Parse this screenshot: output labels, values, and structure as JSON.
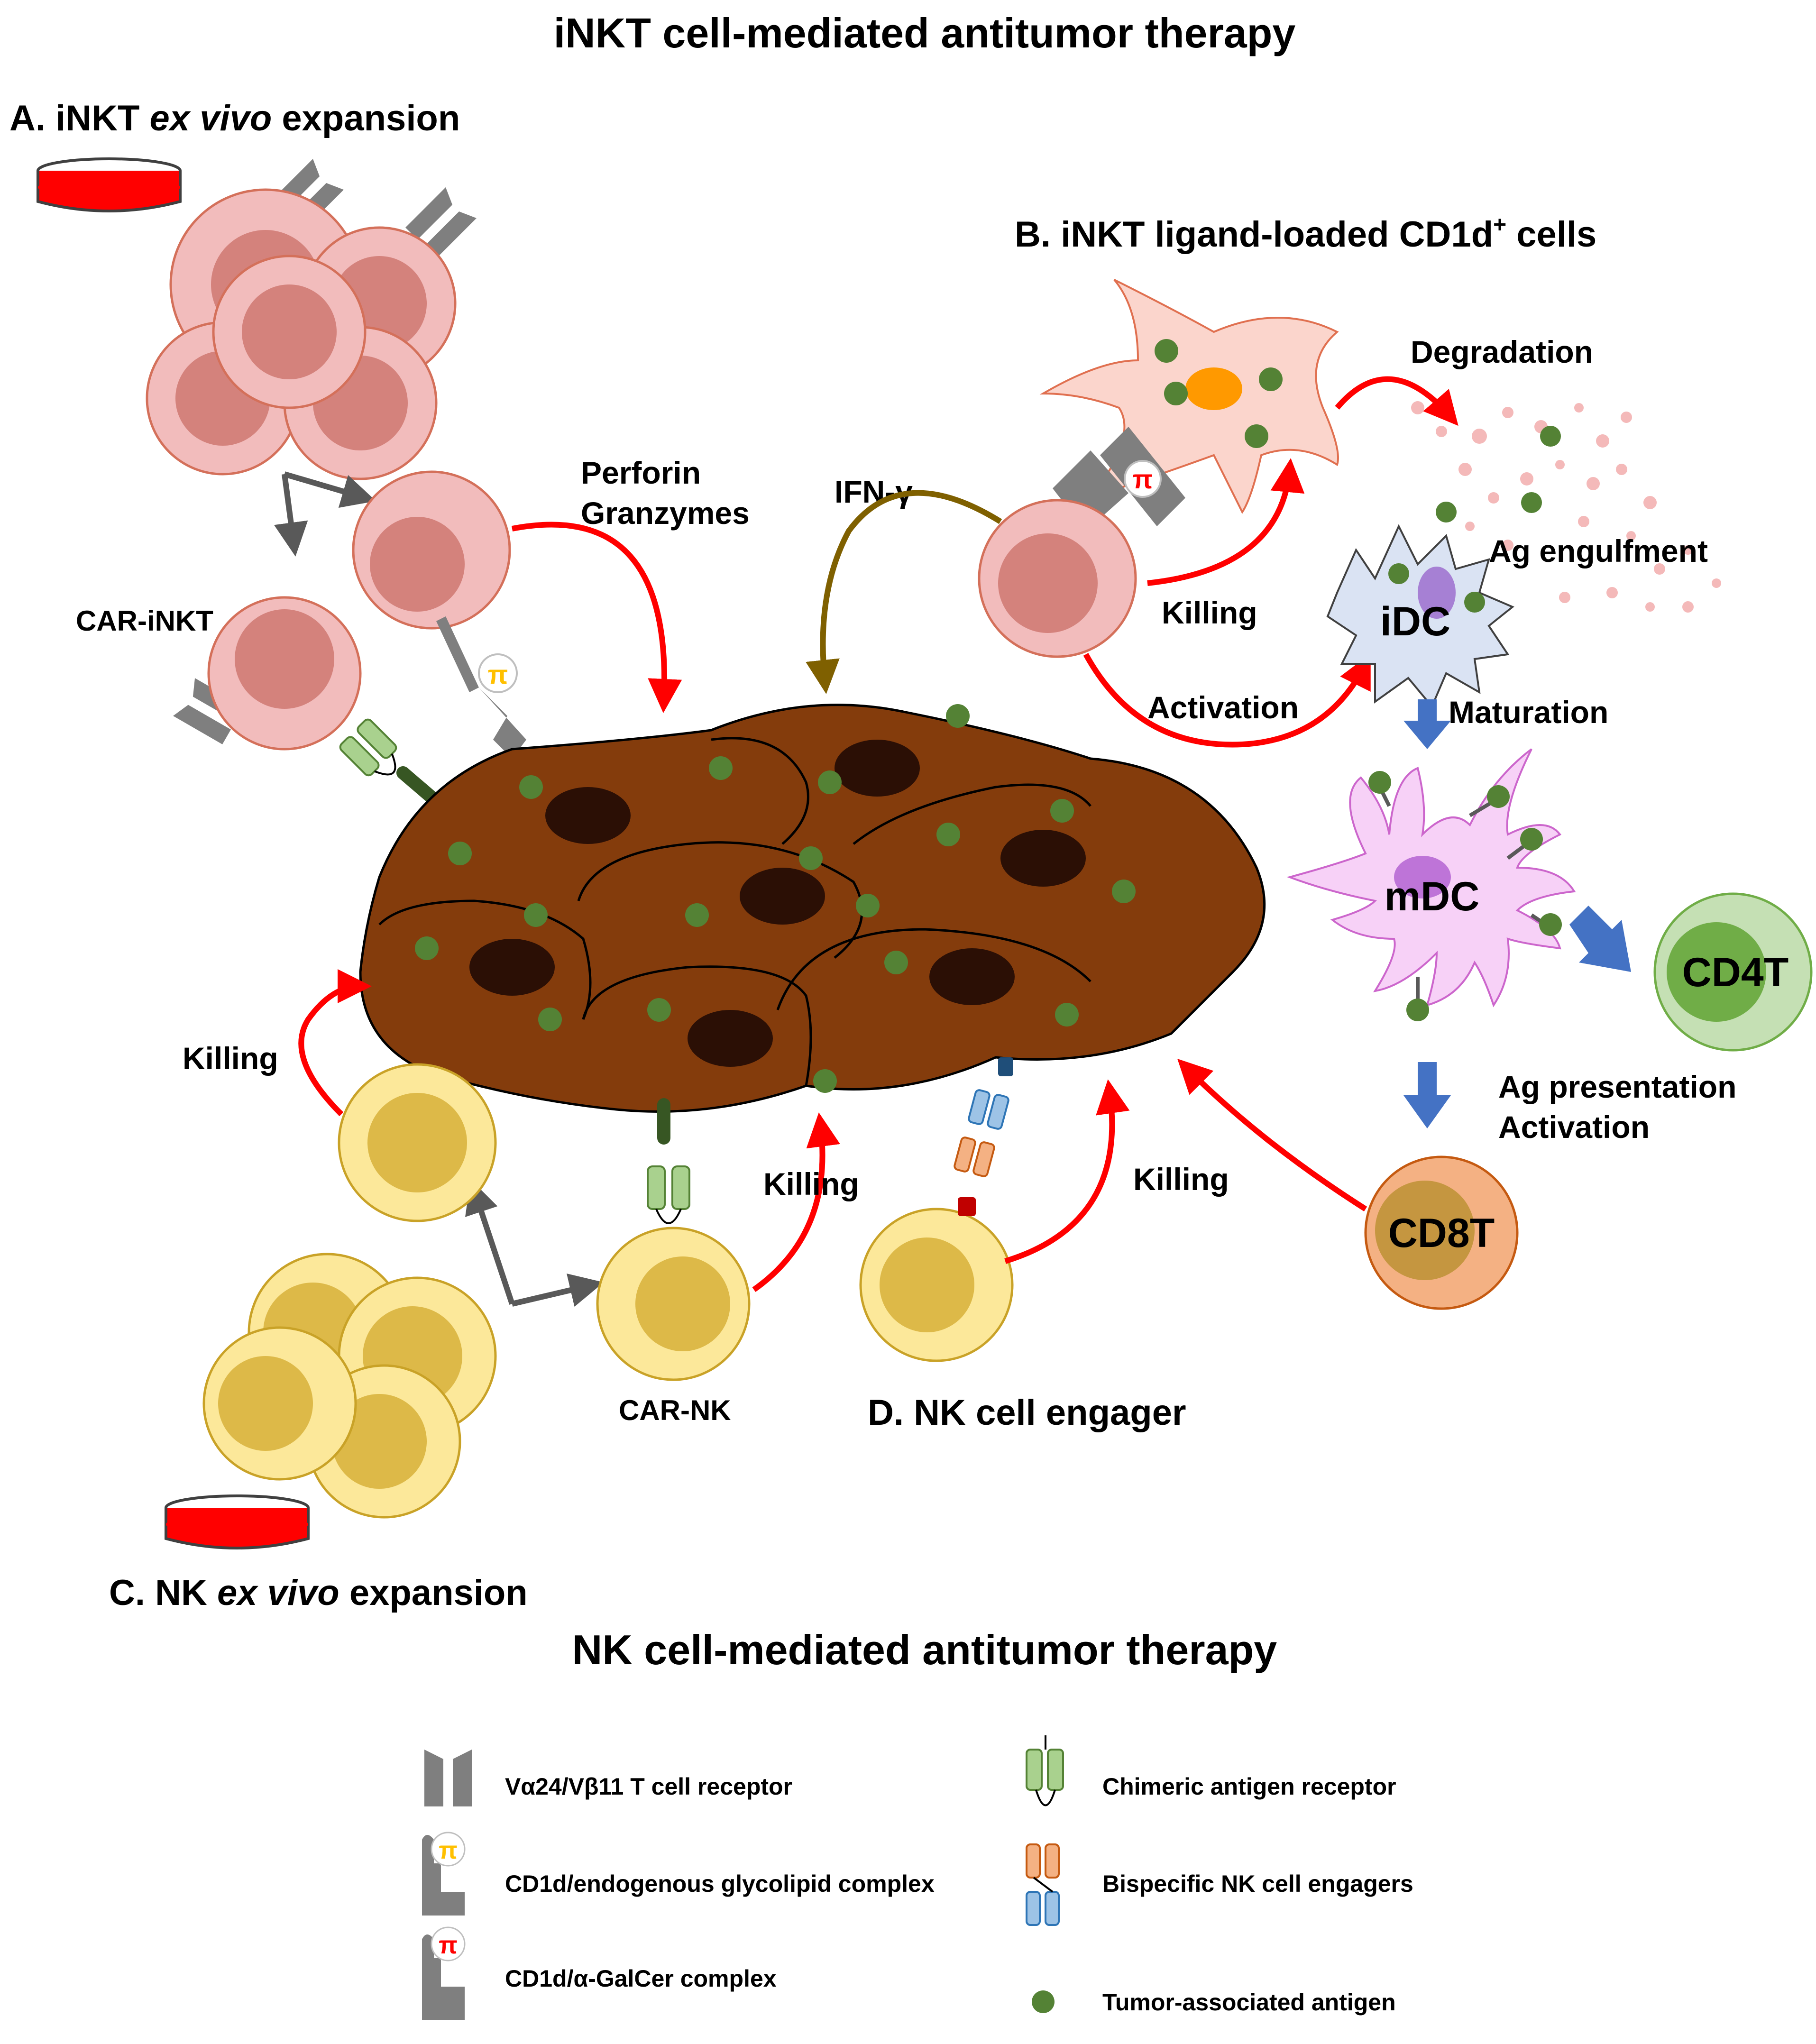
{
  "title_top": "iNKT cell-mediated antitumor therapy",
  "title_bottom": "NK cell-mediated antitumor therapy",
  "panels": {
    "a_prefix": "A. iNKT ",
    "a_italic": "ex vivo",
    "a_suffix": " expansion",
    "b_main": "B. iNKT ligand-loaded CD1d",
    "b_sup": "+",
    "b_tail": " cells",
    "c_prefix": "C. NK ",
    "c_italic": "ex vivo",
    "c_suffix": " expansion",
    "d": "D. NK cell engager"
  },
  "labels": {
    "car_inkt": "CAR-iNKT",
    "car_nk": "CAR-NK",
    "perforin": "Perforin",
    "granzymes": "Granzymes",
    "ifn": "IFN-γ",
    "killing": "Killing",
    "activation": "Activation",
    "degradation": "Degradation",
    "ag_engulfment": "Ag engulfment",
    "idc": "iDC",
    "maturation": "Maturation",
    "mdc": "mDC",
    "cd4t": "CD4T",
    "cd8t": "CD8T",
    "ag_presentation": "Ag presentation",
    "activation2": "Activation"
  },
  "legend": {
    "tcr": "Vα24/Vβ11 T cell receptor",
    "cd1d_endo": "CD1d/endogenous glycolipid complex",
    "cd1d_agalcer": "CD1d/α-GalCer complex",
    "car": "Chimeric antigen receptor",
    "bike": "Bispecific NK cell engagers",
    "taa": "Tumor-associated antigen"
  },
  "colors": {
    "inkt_cell": "#f2bcbc",
    "inkt_nucleus": "#d4827c",
    "nk_cell": "#fce89a",
    "nk_nucleus": "#ddb948",
    "tumor": "#843c0c",
    "tumor_nucleus": "#2b0f05",
    "antigen": "#548235",
    "red_arrow": "#ff0000",
    "blue_arrow": "#4472c4",
    "ifn_arrow": "#7f6000",
    "receptor_gray": "#808080"
  }
}
